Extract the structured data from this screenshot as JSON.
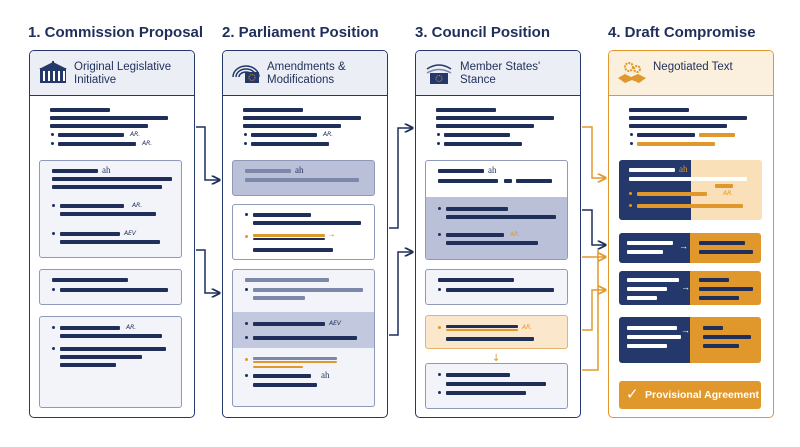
{
  "columns": [
    {
      "title": "1. Commission Proposal",
      "header": "Original Legislative Initiative",
      "icon": "parliament-building-icon"
    },
    {
      "title": "2. Parliament Position",
      "header": "Amendments & Modifications",
      "icon": "eu-parliament-hemicycle-icon"
    },
    {
      "title": "3. Council Position",
      "header": "Member States' Stance",
      "icon": "eu-council-flag-icon"
    },
    {
      "title": "4. Draft Compromise",
      "header": "Negotiated Text",
      "icon": "handshake-gears-icon"
    }
  ],
  "annotations": {
    "ah": "ah",
    "small_mark": "AR.",
    "small_mark_alt": "AEV"
  },
  "final_badge": "Provisional Agreement",
  "colors": {
    "navy": "#1f2f5a",
    "orange": "#e0982c",
    "light": "#eceef6",
    "cream": "#fbf0dd"
  }
}
